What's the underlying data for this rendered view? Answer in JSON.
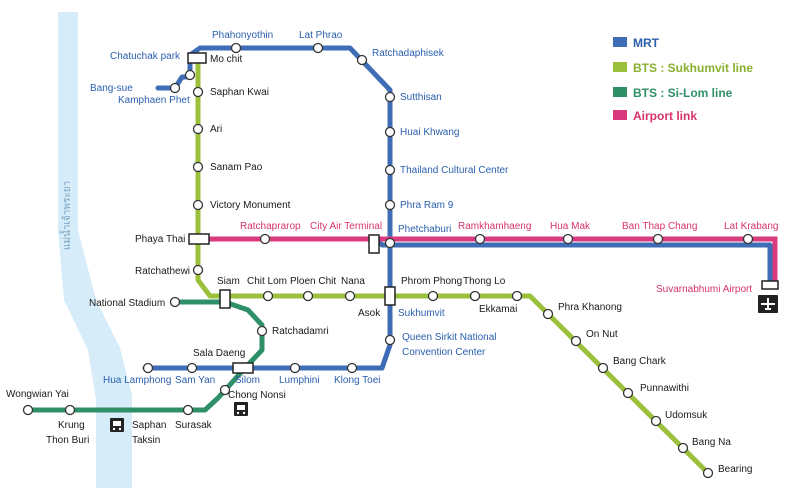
{
  "colors": {
    "mrt": "#3f6db5",
    "sukhumvit": "#9bc13c",
    "silom": "#2f8f68",
    "airport": "#d93a7d",
    "river": "#d6ecf8",
    "label_dark": "#1a1a1a",
    "label_blue": "#2a5fae",
    "label_pink": "#d6336c"
  },
  "legend": [
    {
      "label": "MRT",
      "color": "#3f6db5",
      "text_color": "#2a5fae"
    },
    {
      "label": "BTS : Sukhumvit line",
      "color": "#9bc13c",
      "text_color": "#8ab02f"
    },
    {
      "label": "BTS : Si-Lom line",
      "color": "#2f8f68",
      "text_color": "#2f8f68"
    },
    {
      "label": "Airport link",
      "color": "#d93a7d",
      "text_color": "#d6336c"
    }
  ],
  "river_label": "แม่น้ำเจ้าพระยา",
  "stations": {
    "chatuchak_park": "Chatuchak park",
    "mo_chit": "Mo chit",
    "phahonyothin": "Phahonyothin",
    "lat_phrao": "Lat Phrao",
    "ratchadaphisek": "Ratchadaphisek",
    "bang_sue": "Bang-sue",
    "kamphaen_phet": "Kamphaen Phet",
    "saphan_kwai": "Saphan Kwai",
    "sutthisan": "Sutthisan",
    "ari": "Ari",
    "huai_khwang": "Huai Khwang",
    "sanam_pao": "Sanam Pao",
    "thailand_cultural_center": "Thailand Cultural Center",
    "victory_monument": "Victory Monument",
    "phra_ram_9": "Phra Ram 9",
    "phaya_thai": "Phaya Thai",
    "ratchaprarop": "Ratchaprarop",
    "city_air_terminal": "City Air Terminal",
    "phetchaburi": "Phetchaburi",
    "ramkhamhaeng": "Ramkhamhaeng",
    "hua_mak": "Hua Mak",
    "ban_thap_chang": "Ban Thap Chang",
    "lat_krabang": "Lat Krabang",
    "ratchathewi": "Ratchathewi",
    "suvarnabhumi_airport": "Suvarnabhumi Airport",
    "siam": "Siam",
    "chit_lom": "Chit Lom",
    "ploen_chit": "Ploen Chit",
    "nana": "Nana",
    "phrom_phong": "Phrom Phong",
    "thong_lo": "Thong Lo",
    "national_stadium": "National Stadium",
    "asok": "Asok",
    "sukhumvit": "Sukhumvit",
    "ekkamai": "Ekkamai",
    "phra_khanong": "Phra Khanong",
    "ratchadamri": "Ratchadamri",
    "on_nut": "On Nut",
    "queen_sirikit_1": "Queen Sirkit National",
    "queen_sirikit_2": "Convention Center",
    "sala_daeng": "Sala Daeng",
    "bang_chark": "Bang Chark",
    "hua_lamphong": "Hua Lamphong",
    "sam_yan": "Sam Yan",
    "silom": "Silom",
    "lumphini": "Lumphini",
    "klong_toei": "Klong Toei",
    "punnawithi": "Punnawithi",
    "wongwian_yai": "Wongwian Yai",
    "chong_nonsi": "Chong Nonsi",
    "udomsuk": "Udomsuk",
    "krung": "Krung",
    "thon_buri": "Thon Buri",
    "saphan": "Saphan",
    "taksin": "Taksin",
    "surasak": "Surasak",
    "bang_na": "Bang Na",
    "bearing": "Bearing"
  },
  "icons": [
    "bus-icon",
    "bus-icon",
    "airplane-icon"
  ]
}
